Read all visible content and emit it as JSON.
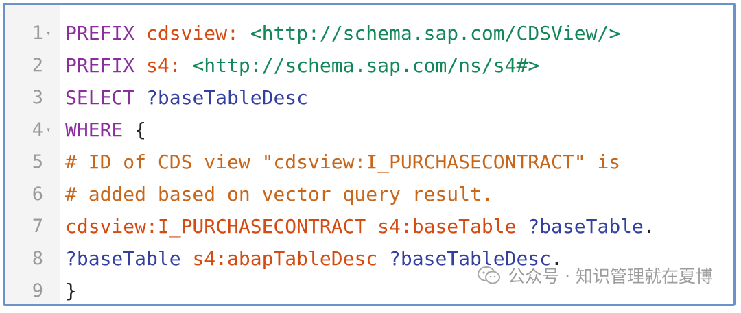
{
  "editor": {
    "lines": [
      {
        "number": "1",
        "fold": "▾",
        "tokens": [
          {
            "text": "PREFIX ",
            "type": "kw"
          },
          {
            "text": "cdsview: ",
            "type": "pf"
          },
          {
            "text": "<http://schema.sap.com/CDSView/>",
            "type": "uri"
          }
        ]
      },
      {
        "number": "2",
        "fold": "",
        "tokens": [
          {
            "text": "PREFIX ",
            "type": "kw"
          },
          {
            "text": "s4: ",
            "type": "pf"
          },
          {
            "text": "<http://schema.sap.com/ns/s4#>",
            "type": "uri"
          }
        ]
      },
      {
        "number": "3",
        "fold": "",
        "tokens": [
          {
            "text": "SELECT ",
            "type": "kw"
          },
          {
            "text": "?baseTableDesc",
            "type": "var"
          }
        ]
      },
      {
        "number": "4",
        "fold": "▾",
        "tokens": [
          {
            "text": "WHERE ",
            "type": "kw"
          },
          {
            "text": "{",
            "type": "pl"
          }
        ]
      },
      {
        "number": "5",
        "fold": "",
        "tokens": [
          {
            "text": "# ID of CDS view \"cdsview:I_PURCHASECONTRACT\" is",
            "type": "cm"
          }
        ]
      },
      {
        "number": "6",
        "fold": "",
        "tokens": [
          {
            "text": "# added based on vector query result.",
            "type": "cm"
          }
        ]
      },
      {
        "number": "7",
        "fold": "",
        "tokens": [
          {
            "text": "cdsview:I_PURCHASECONTRACT ",
            "type": "pf"
          },
          {
            "text": "s4:baseTable ",
            "type": "pf"
          },
          {
            "text": "?baseTable",
            "type": "var"
          },
          {
            "text": ".",
            "type": "pl"
          }
        ]
      },
      {
        "number": "8",
        "fold": "",
        "tokens": [
          {
            "text": "?baseTable ",
            "type": "var"
          },
          {
            "text": "s4:abapTableDesc ",
            "type": "pf"
          },
          {
            "text": "?baseTableDesc",
            "type": "var"
          },
          {
            "text": ".",
            "type": "pl"
          }
        ]
      },
      {
        "number": "9",
        "fold": "",
        "tokens": [
          {
            "text": "}",
            "type": "pl"
          }
        ]
      }
    ]
  },
  "watermark": {
    "icon": "wechat-icon",
    "text": "公众号 · 知识管理就在夏博"
  }
}
